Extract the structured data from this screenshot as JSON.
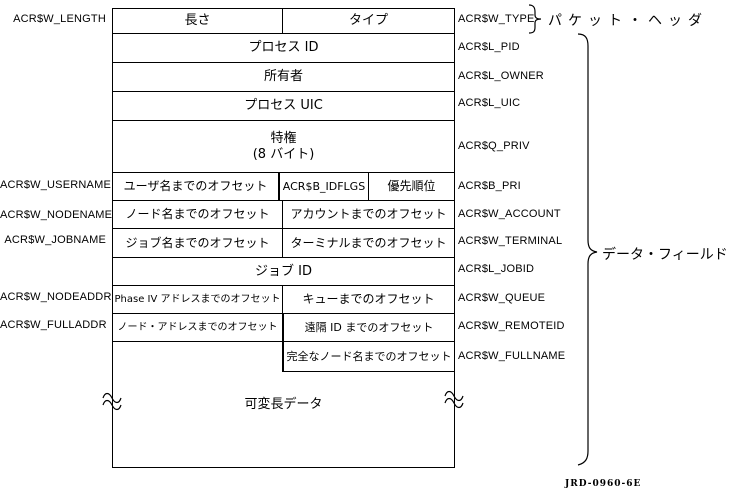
{
  "colors": {
    "background": "#ffffff",
    "line": "#000000"
  },
  "figure_id": "JRD-0960-6E",
  "braces": {
    "packet_header": "パケット・ヘッダ",
    "data_fields": "データ・フィールド"
  },
  "left_labels": [
    "ACR$W_LENGTH",
    "ACR$W_USERNAME",
    "ACR$W_NODENAME",
    "ACR$W_JOBNAME",
    "ACR$W_NODEADDR",
    "ACR$W_FULLADDR"
  ],
  "right_labels": [
    "ACR$W_TYPE",
    "ACR$L_PID",
    "ACR$L_OWNER",
    "ACR$L_UIC",
    "ACR$Q_PRIV",
    "ACR$B_PRI",
    "ACR$W_ACCOUNT",
    "ACR$W_TERMINAL",
    "ACR$L_JOBID",
    "ACR$W_QUEUE",
    "ACR$W_REMOTEID",
    "ACR$W_FULLNAME"
  ],
  "cells": {
    "length": "長さ",
    "type": "タイプ",
    "pid": "プロセス ID",
    "owner": "所有者",
    "uic": "プロセス UIC",
    "priv_line1": "特権",
    "priv_line2": "(8 バイト)",
    "username_offset": "ユーザ名までのオフセット",
    "idflgs": "ACR$B_IDFLGS",
    "priority": "優先順位",
    "nodename_offset": "ノード名までのオフセット",
    "account_offset": "アカウントまでのオフセット",
    "jobname_offset": "ジョブ名までのオフセット",
    "terminal_offset": "ターミナルまでのオフセット",
    "jobid": "ジョブ ID",
    "phase4_offset": "Phase IV アドレスまでのオフセット",
    "queue_offset": "キューまでのオフセット",
    "nodeaddr_offset": "ノード・アドレスまでのオフセット",
    "remoteid_offset": "遠隔 ID までのオフセット",
    "fullname_offset": "完全なノード名までのオフセット",
    "variable_data": "可変長データ"
  }
}
